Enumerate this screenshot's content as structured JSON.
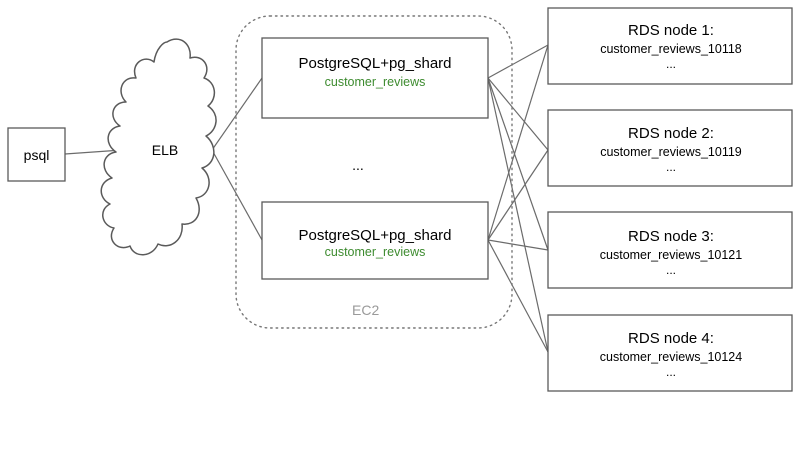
{
  "client": {
    "label": "psql"
  },
  "load_balancer": {
    "label": "ELB"
  },
  "cluster": {
    "label": "EC2"
  },
  "coordinators": [
    {
      "title": "PostgreSQL+pg_shard",
      "table": "customer_reviews"
    },
    {
      "title": "PostgreSQL+pg_shard",
      "table": "customer_reviews"
    }
  ],
  "ellipsis": "...",
  "rds_nodes": [
    {
      "title": "RDS node 1:",
      "shard": "customer_reviews_10118",
      "more": "..."
    },
    {
      "title": "RDS node 2:",
      "shard": "customer_reviews_10119",
      "more": "..."
    },
    {
      "title": "RDS node 3:",
      "shard": "customer_reviews_10121",
      "more": "..."
    },
    {
      "title": "RDS node 4:",
      "shard": "customer_reviews_10124",
      "more": "..."
    }
  ],
  "colors": {
    "line": "#6b6b6b",
    "box_stroke": "#5a5a5a",
    "cluster_stroke": "#777777",
    "accent_green": "#3d8b2f",
    "muted_label": "#9a9a9a"
  }
}
